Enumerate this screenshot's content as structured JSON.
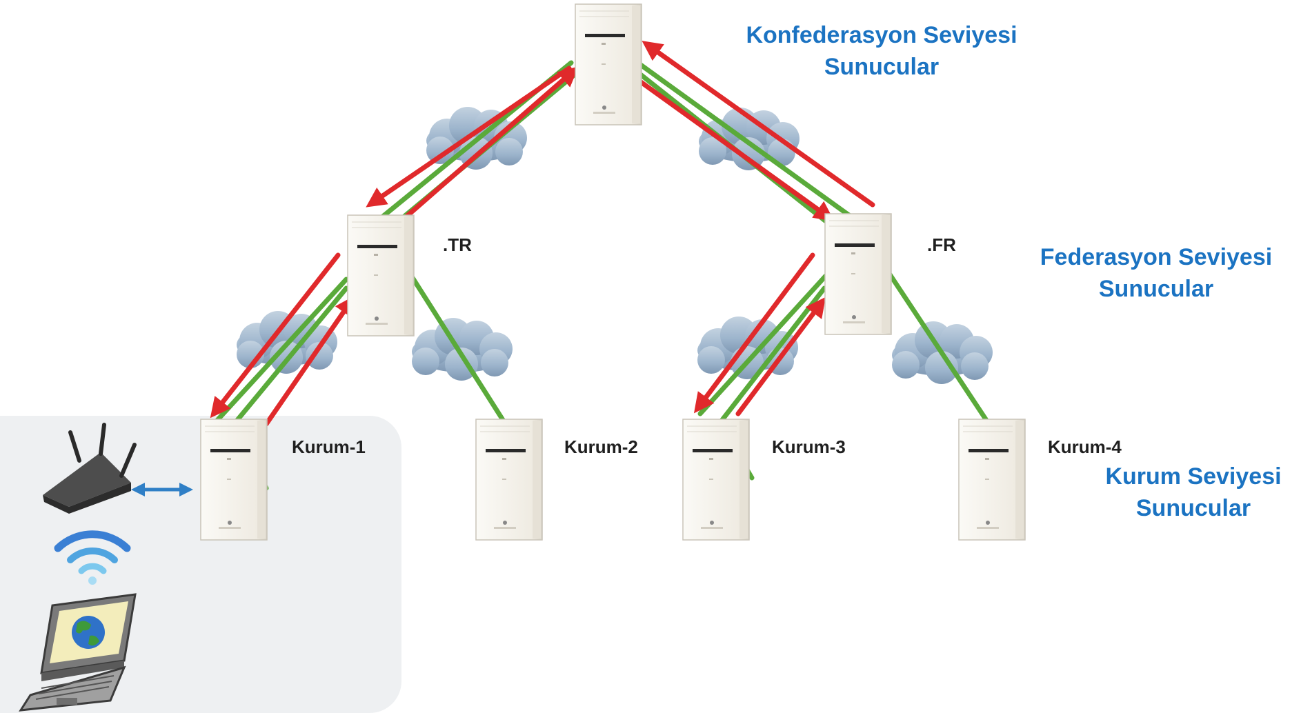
{
  "levels": {
    "confederation": {
      "line1": "Konfederasyon Seviyesi",
      "line2": "Sunucular"
    },
    "federation": {
      "line1": "Federasyon Seviyesi",
      "line2": "Sunucular"
    },
    "institution": {
      "line1": "Kurum Seviyesi",
      "line2": "Sunucular"
    }
  },
  "servers": {
    "tr": ".TR",
    "fr": ".FR",
    "kurum1": "Kurum-1",
    "kurum2": "Kurum-2",
    "kurum3": "Kurum-3",
    "kurum4": "Kurum-4"
  },
  "colors": {
    "level_label": "#1b73c2",
    "request_arrow": "#e0292b",
    "link_line": "#5aaa3a",
    "cloud": "#9cb4cc",
    "client_panel": "#eef0f2",
    "server_case": "#f4f1ea"
  },
  "icons": [
    "server-tower-icon",
    "network-cloud-icon",
    "wifi-router-icon",
    "wifi-signal-icon",
    "laptop-globe-icon",
    "bidirectional-arrow-icon"
  ]
}
